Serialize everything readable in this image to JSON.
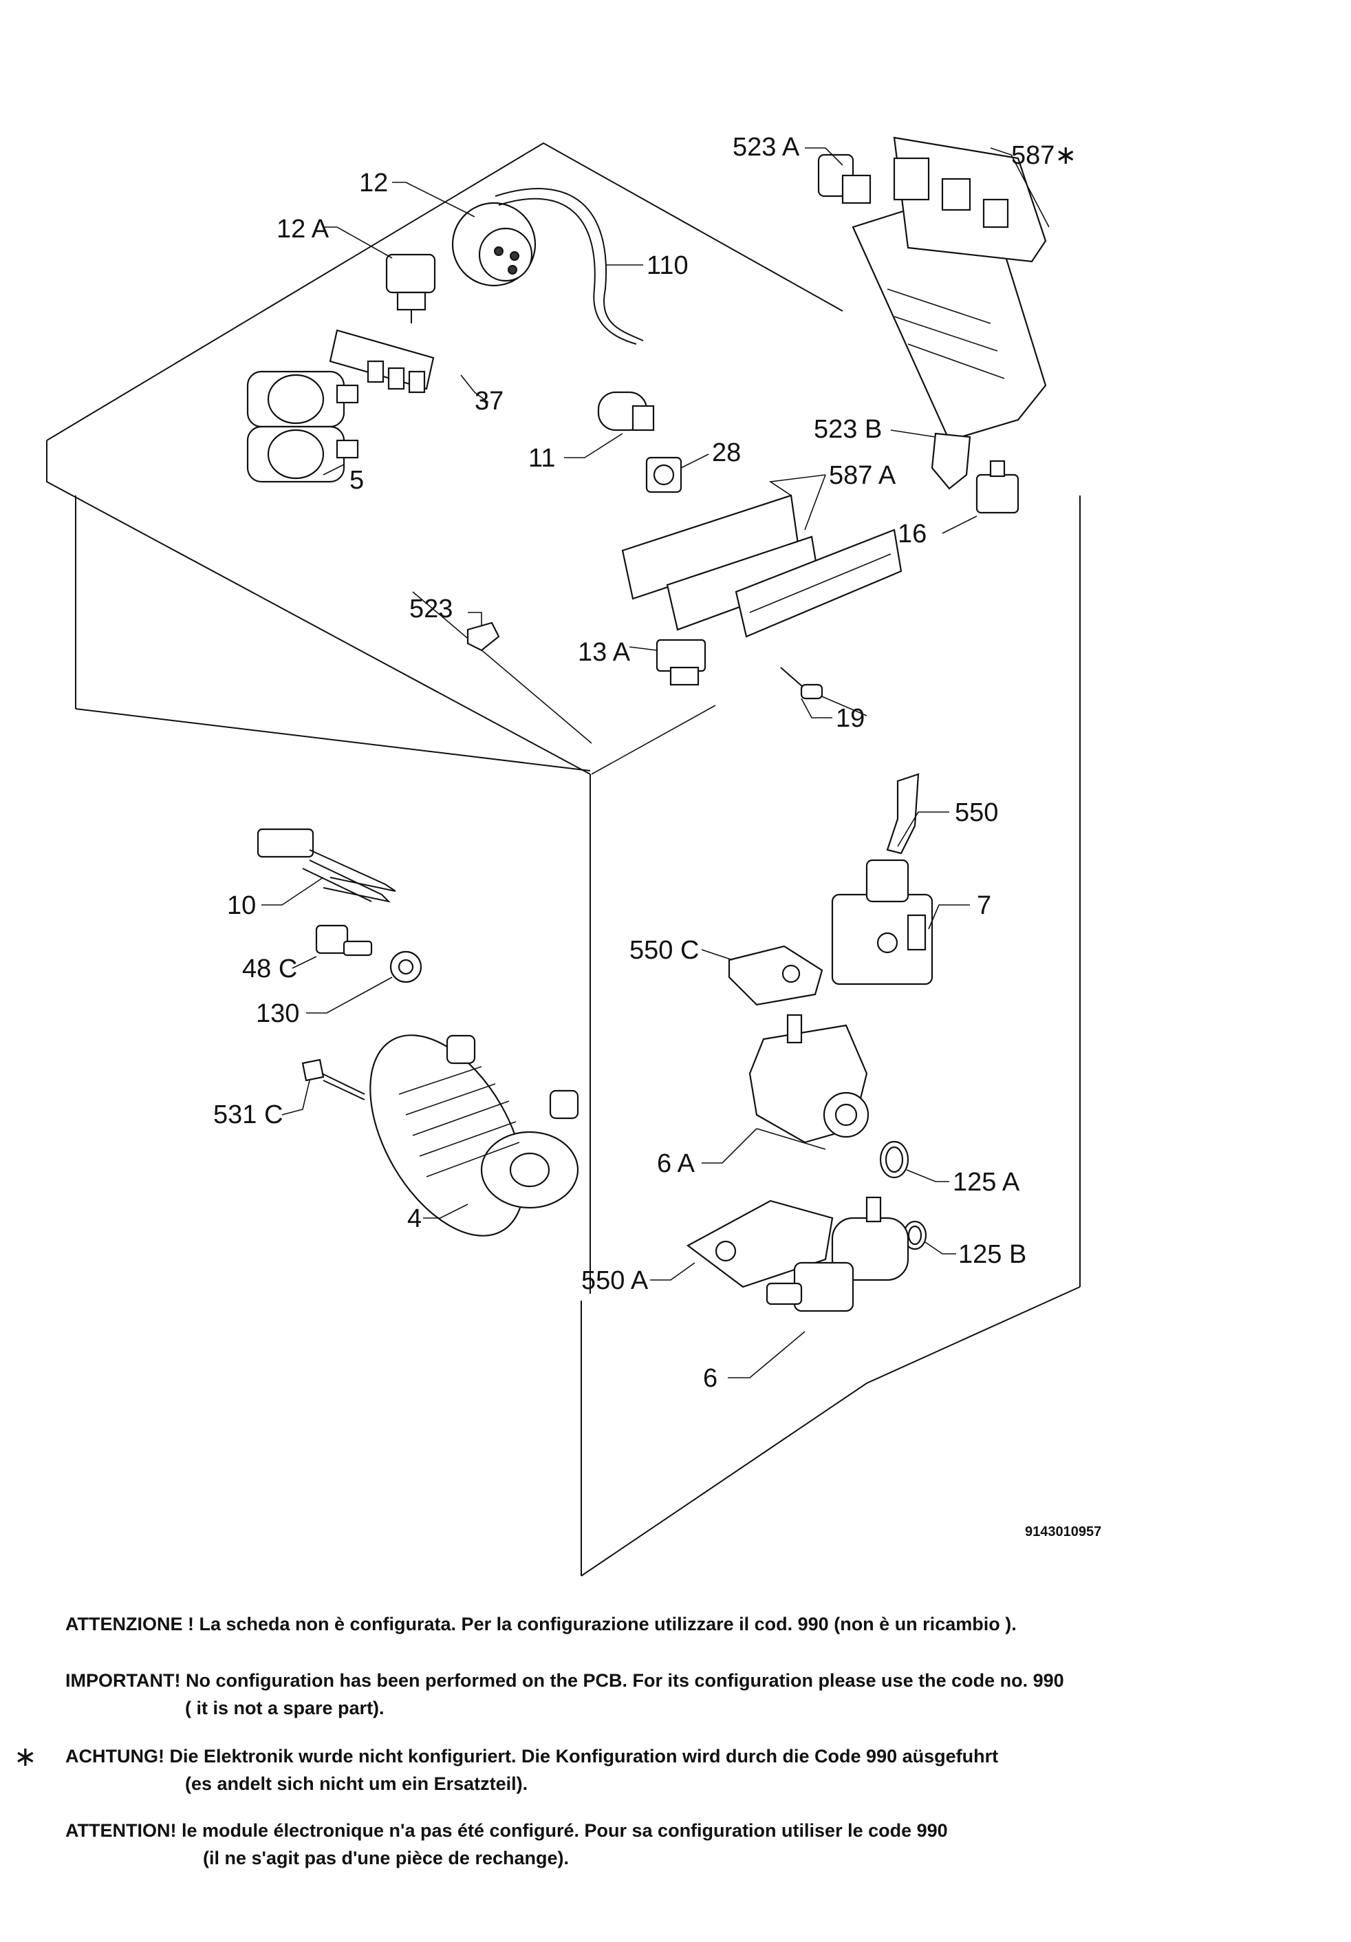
{
  "diagram": {
    "drawing_number": "9143010957",
    "callouts": {
      "c12": "12",
      "c12a": "12 A",
      "c110": "110",
      "c37": "37",
      "c5": "5",
      "c11": "11",
      "c28": "28",
      "c523a": "523 A",
      "c587star": "587∗",
      "c523b": "523 B",
      "c587a": "587 A",
      "c16": "16",
      "c523": "523",
      "c13a": "13 A",
      "c19": "19",
      "c550": "550",
      "c7": "7",
      "c10": "10",
      "c48c": "48 C",
      "c130": "130",
      "c550c": "550 C",
      "c531c": "531 C",
      "c4": "4",
      "c6a": "6 A",
      "c125a": "125 A",
      "c125b": "125 B",
      "c550a": "550 A",
      "c6": "6"
    }
  },
  "notes": {
    "italian": {
      "line1": "ATTENZIONE ! La scheda non è configurata. Per la configurazione utilizzare il cod. 990 (non è un ricambio )."
    },
    "english": {
      "line1": "IMPORTANT! No configuration has been performed on the PCB. For its configuration please use the code no. 990",
      "line2": "( it is not a spare part)."
    },
    "german": {
      "marker": "∗",
      "line1": "ACHTUNG! Die Elektronik wurde nicht konfiguriert. Die Konfiguration wird durch die Code 990 aüsgefuhrt",
      "line2": "(es andelt sich nicht um ein Ersatzteil)."
    },
    "french": {
      "line1": "ATTENTION! le module électronique n'a pas été configuré. Pour  sa configuration utiliser le code 990",
      "line2": "(il ne s'agit pas d'une pièce de rechange)."
    }
  }
}
